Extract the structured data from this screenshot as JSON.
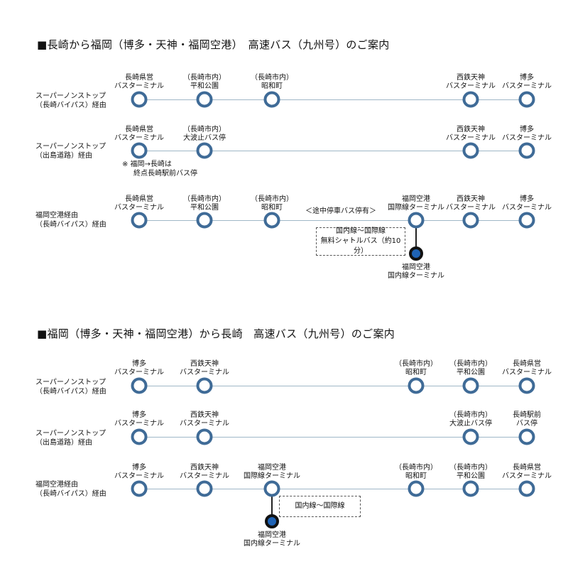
{
  "section1": {
    "title": "■長崎から福岡（博多・天神・福岡空港）　高速バス（九州号）のご案内",
    "routes": [
      {
        "label": [
          "スーパーノンストップ",
          "（長崎バイパス）経由"
        ],
        "stops": [
          [
            "長崎県営",
            "バスターミナル"
          ],
          [
            "（長崎市内）",
            "平和公園"
          ],
          [
            "（長崎市内）",
            "昭和町"
          ],
          [
            "西鉄天神",
            "バスターミナル"
          ],
          [
            "博多",
            "バスターミナル"
          ]
        ]
      },
      {
        "label": [
          "スーパーノンストップ",
          "（出島道路）経由"
        ],
        "stops": [
          [
            "長崎県営",
            "バスターミナル"
          ],
          [
            "（長崎市内）",
            "大波止バス停"
          ],
          [
            "西鉄天神",
            "バスターミナル"
          ],
          [
            "博多",
            "バスターミナル"
          ]
        ],
        "note": [
          "※ 福岡→長崎は",
          "終点長崎駅前バス停"
        ]
      },
      {
        "label": [
          "福岡空港経由",
          "（長崎バイパス）経由"
        ],
        "stops": [
          [
            "長崎県営",
            "バスターミナル"
          ],
          [
            "（長崎市内）",
            "平和公園"
          ],
          [
            "（長崎市内）",
            "昭和町"
          ],
          [
            "福岡空港",
            "国際線ターミナル"
          ],
          [
            "西鉄天神",
            "バスターミナル"
          ],
          [
            "博多",
            "バスターミナル"
          ]
        ],
        "midnote": "＜途中停車バス停有＞",
        "shuttle": [
          "国内線～国際線",
          "無料シャトルバス（約10分）"
        ],
        "domestic": [
          "福岡空港",
          "国内線ターミナル"
        ]
      }
    ]
  },
  "section2": {
    "title": "■福岡（博多・天神・福岡空港）から長崎　高速バス（九州号）のご案内",
    "routes": [
      {
        "label": [
          "スーパーノンストップ",
          "（長崎バイパス）経由"
        ],
        "stops": [
          [
            "博多",
            "バスターミナル"
          ],
          [
            "西鉄天神",
            "バスターミナル"
          ],
          [
            "（長崎市内）",
            "昭和町"
          ],
          [
            "（長崎市内）",
            "平和公園"
          ],
          [
            "長崎県営",
            "バスターミナル"
          ]
        ]
      },
      {
        "label": [
          "スーパーノンストップ",
          "（出島道路）経由"
        ],
        "stops": [
          [
            "博多",
            "バスターミナル"
          ],
          [
            "西鉄天神",
            "バスターミナル"
          ],
          [
            "（長崎市内）",
            "大波止バス停"
          ],
          [
            "長崎駅前",
            "バス停"
          ]
        ]
      },
      {
        "label": [
          "福岡空港経由",
          "（長崎バイパス）経由"
        ],
        "stops": [
          [
            "博多",
            "バスターミナル"
          ],
          [
            "西鉄天神",
            "バスターミナル"
          ],
          [
            "福岡空港",
            "国際線ターミナル"
          ],
          [
            "（長崎市内）",
            "昭和町"
          ],
          [
            "（長崎市内）",
            "平和公園"
          ],
          [
            "長崎県営",
            "バスターミナル"
          ]
        ],
        "shuttle": [
          "国内線～国際線"
        ],
        "domestic": [
          "福岡空港",
          "国内線ターミナル"
        ]
      }
    ]
  },
  "colors": {
    "stop_ring": "#3f6b97",
    "line": "#9fb7c7",
    "domestic_fill": "#1f63b5"
  }
}
